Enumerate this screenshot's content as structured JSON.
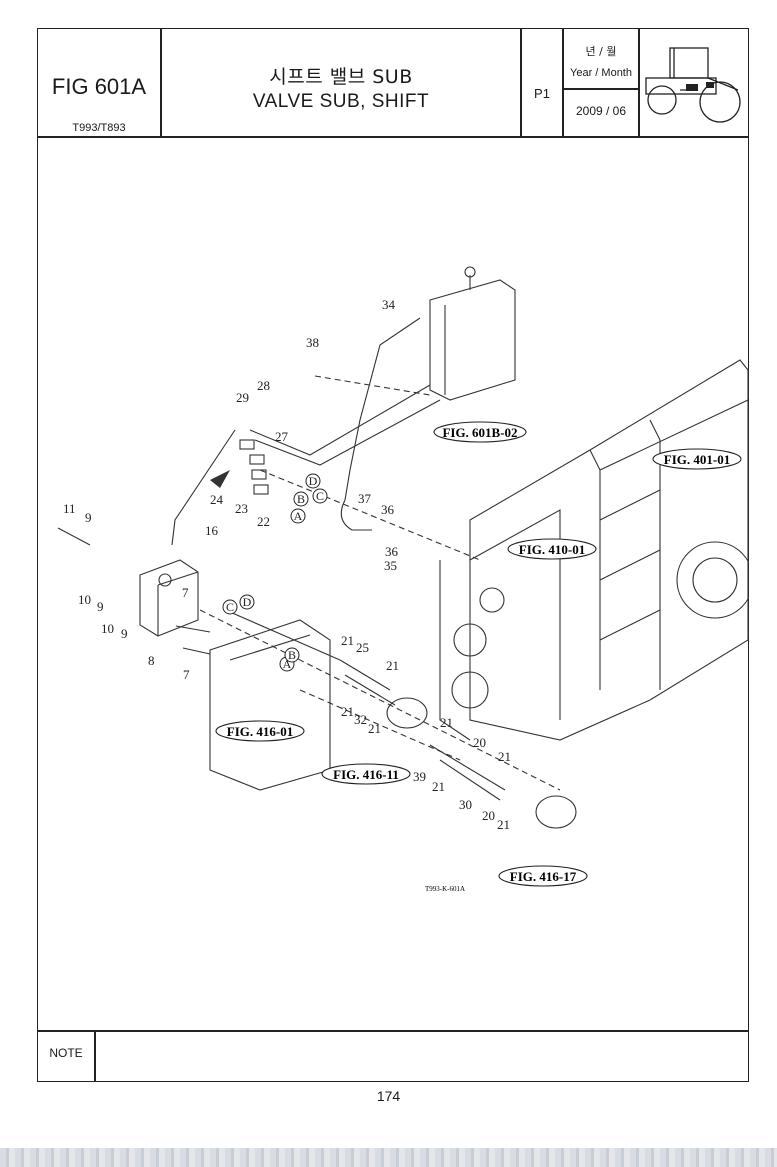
{
  "header": {
    "fig_code": "FIG 601A",
    "model": "T993/T893",
    "title_ko": "시프트 밸브 SUB",
    "title_en": "VALVE SUB, SHIFT",
    "page_ref": "P1",
    "year_month_ko": "년 / 월",
    "year_month_en": "Year / Month",
    "date": "2009 / 06"
  },
  "diagram": {
    "drawing_code": "T993-K-601A",
    "references": [
      "FIG. 601B-02",
      "FIG. 401-01",
      "FIG. 410-01",
      "FIG. 416-01",
      "FIG. 416-11",
      "FIG. 416-17"
    ],
    "circled_letters": [
      "A",
      "B",
      "C",
      "D"
    ],
    "part_numbers": [
      "34",
      "38",
      "28",
      "29",
      "27",
      "24",
      "23",
      "22",
      "37",
      "36",
      "36",
      "35",
      "11",
      "9",
      "16",
      "10",
      "9",
      "10",
      "9",
      "7",
      "7",
      "8",
      "21",
      "25",
      "21",
      "21",
      "32",
      "21",
      "21",
      "20",
      "21",
      "39",
      "21",
      "30",
      "20",
      "21"
    ]
  },
  "footer": {
    "note_label": "NOTE",
    "page_number": "174"
  }
}
